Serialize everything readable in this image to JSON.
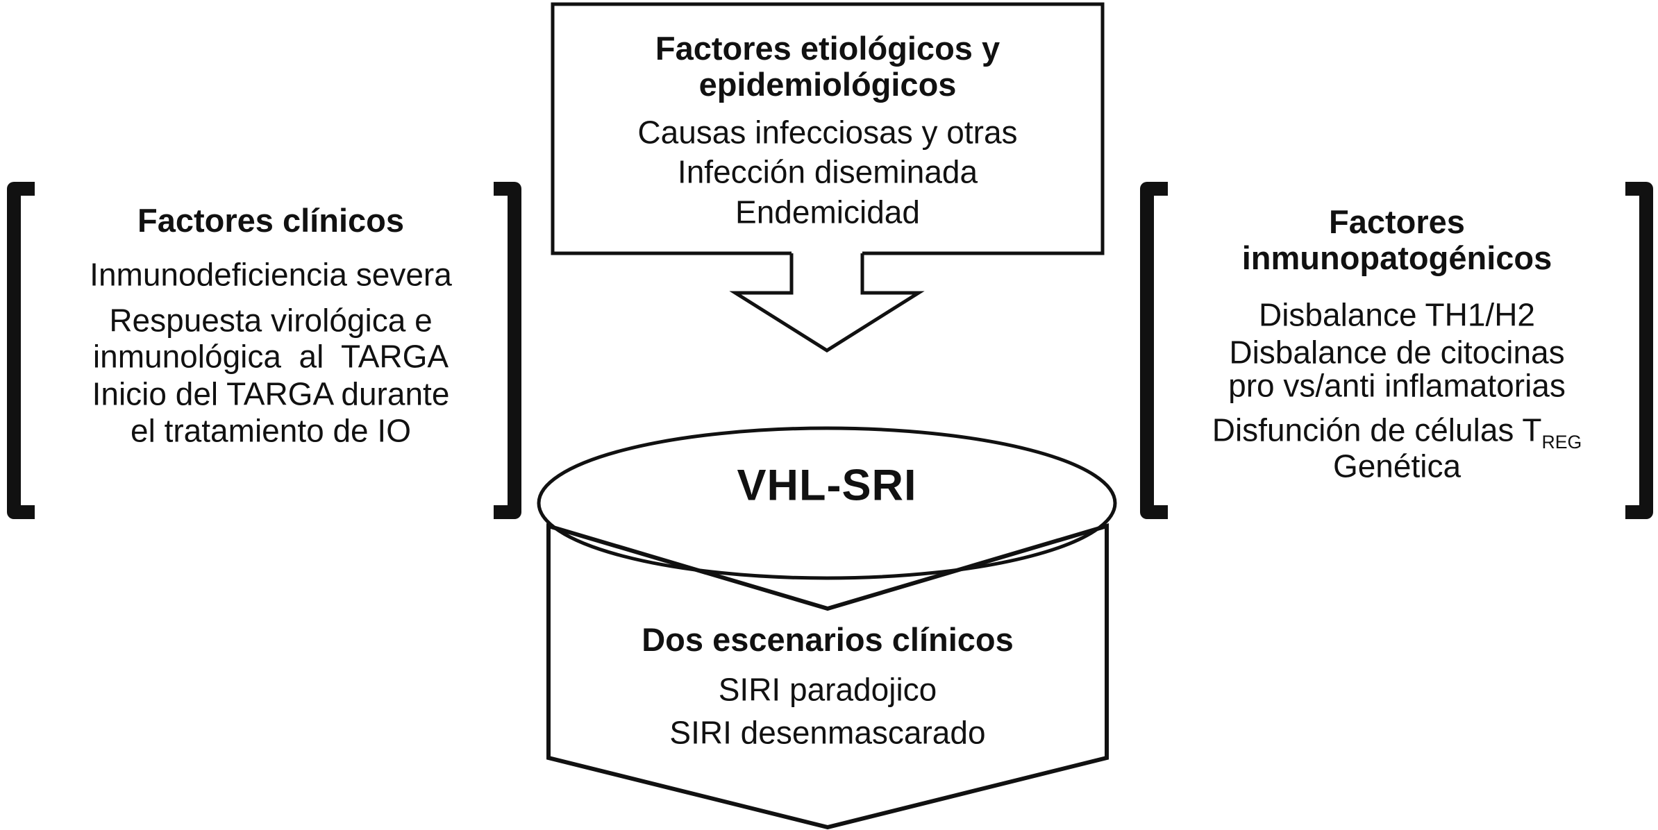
{
  "colors": {
    "ink": "#111111",
    "background": "#ffffff"
  },
  "top_box": {
    "title_lines": [
      "Factores etiológicos y",
      "epidemiológicos"
    ],
    "items": [
      "Causas infecciosas y otras",
      "Infección diseminada",
      "Endemicidad"
    ]
  },
  "left_panel": {
    "title": "Factores clínicos",
    "lines": [
      "Inmunodeficiencia severa",
      "Respuesta virológica e",
      "inmunológica  al  TARGA",
      "Inicio del TARGA durante",
      "el tratamiento de IO"
    ]
  },
  "right_panel": {
    "title_lines": [
      "Factores",
      "inmunopatogénicos"
    ],
    "lines": [
      "Disbalance TH1/H2",
      "Disbalance de citocinas",
      "pro vs/anti inflamatorias"
    ],
    "treg_line": {
      "prefix": "Disfunción de células T",
      "subscript": "REG"
    },
    "genetics_line": "Genética"
  },
  "center_ellipse": {
    "label": "VHL-SRI"
  },
  "bottom_banner": {
    "title": "Dos escenarios clínicos",
    "lines": [
      "SIRI paradojico",
      "SIRI desenmascarado"
    ]
  }
}
